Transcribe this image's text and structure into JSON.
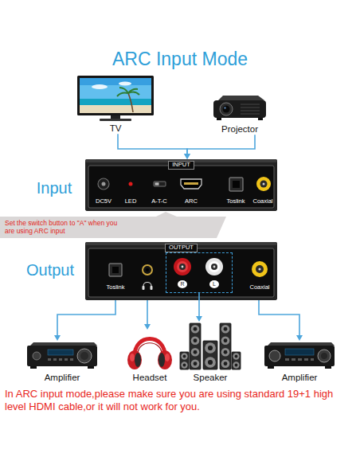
{
  "diagram": {
    "title": "ARC Input Mode",
    "caption": "In ARC input mode,please make sure you are using standard 19+1 high level HDMI cable,or it will not work for you.",
    "nodes": [
      {
        "text": [
          "TV"
        ]
      },
      {
        "text": [
          "Projector"
        ]
      },
      {
        "text": [
          "INPUT"
        ]
      },
      {
        "text": [
          "Set the switch button to \"A\" when you are using ARC input"
        ]
      },
      {
        "text": [
          "OUTPUT"
        ]
      },
      {
        "text": [
          "R",
          "L"
        ],
        "in": 4
      },
      {
        "text": [
          "Amplifier"
        ]
      },
      {
        "text": [
          "Headset"
        ]
      },
      {
        "text": [
          "Speaker"
        ]
      },
      {
        "text": [
          "Amplifier"
        ]
      }
    ],
    "edges": [
      {
        "from": 0,
        "to": 2,
        "arrow": "to"
      },
      {
        "from": 1,
        "to": 2,
        "arrow": "to"
      },
      {
        "from": 4,
        "to": 6,
        "arrow": "to"
      },
      {
        "from": 4,
        "to": 7,
        "arrow": "to"
      },
      {
        "from": 5,
        "to": 8,
        "arrow": "to"
      },
      {
        "from": 4,
        "to": 9,
        "arrow": "to"
      }
    ],
    "labels": [
      "Input",
      "DC5V",
      "LED",
      "A-T-C",
      "ARC",
      "Toslink",
      "Coaxial",
      "Output",
      "Toslink",
      "Coaxial"
    ]
  }
}
